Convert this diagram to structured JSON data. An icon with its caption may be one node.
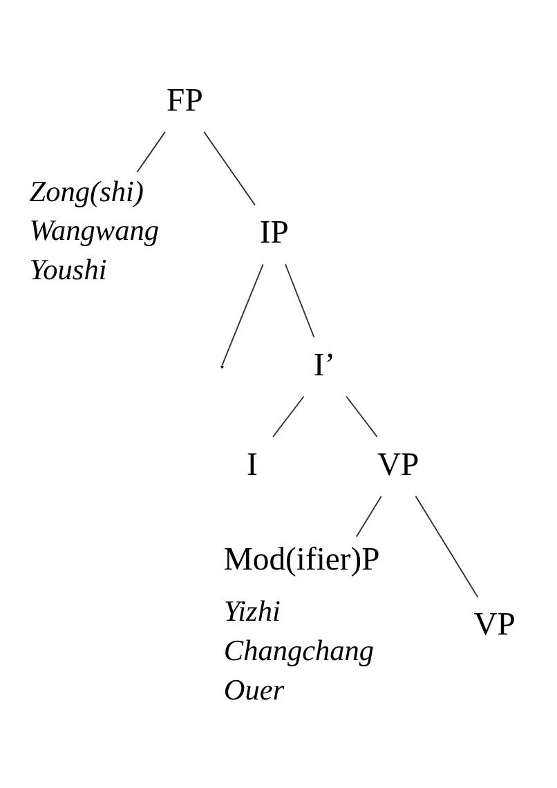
{
  "diagram": {
    "nodes": [
      {
        "text": [
          "FP"
        ]
      },
      {
        "text": [
          "Zong(shi)",
          "Wangwang",
          "Youshi"
        ]
      },
      {
        "text": [
          "IP"
        ]
      },
      {
        "text": [
          "I’"
        ]
      },
      {
        "text": [
          "I"
        ]
      },
      {
        "text": [
          "VP"
        ]
      },
      {
        "text": [
          "Mod(ifier)P"
        ],
        "beside": [
          "Yizhi",
          "Changchang",
          "Ouer"
        ]
      },
      {
        "text": [
          "VP"
        ]
      }
    ],
    "edges": [
      {
        "from": 0,
        "to": 1,
        "arrow": "none"
      },
      {
        "from": 0,
        "to": 2,
        "arrow": "none"
      },
      {
        "from": 2,
        "to": null,
        "arrow": "none"
      },
      {
        "from": 2,
        "to": 3,
        "arrow": "none"
      },
      {
        "from": 3,
        "to": 4,
        "arrow": "none"
      },
      {
        "from": 3,
        "to": 5,
        "arrow": "none"
      },
      {
        "from": 5,
        "to": 6,
        "arrow": "none"
      },
      {
        "from": 5,
        "to": 7,
        "arrow": "none"
      }
    ]
  }
}
